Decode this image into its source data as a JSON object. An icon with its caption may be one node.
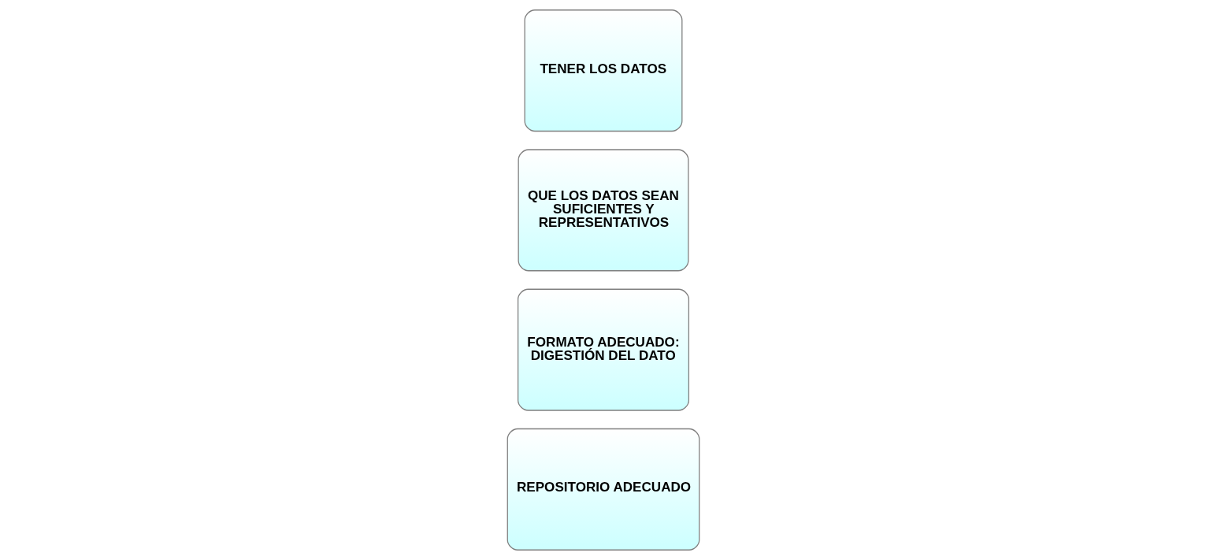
{
  "diagram": {
    "nodes": [
      {
        "text": [
          "TENER LOS DATOS"
        ]
      },
      {
        "text": [
          "QUE LOS DATOS SEAN SUFICIENTES Y REPRESENTATIVOS"
        ]
      },
      {
        "text": [
          "FORMATO ADECUADO: DIGESTIÓN DEL DATO"
        ]
      },
      {
        "text": [
          "REPOSITORIO ADECUADO"
        ]
      }
    ]
  }
}
